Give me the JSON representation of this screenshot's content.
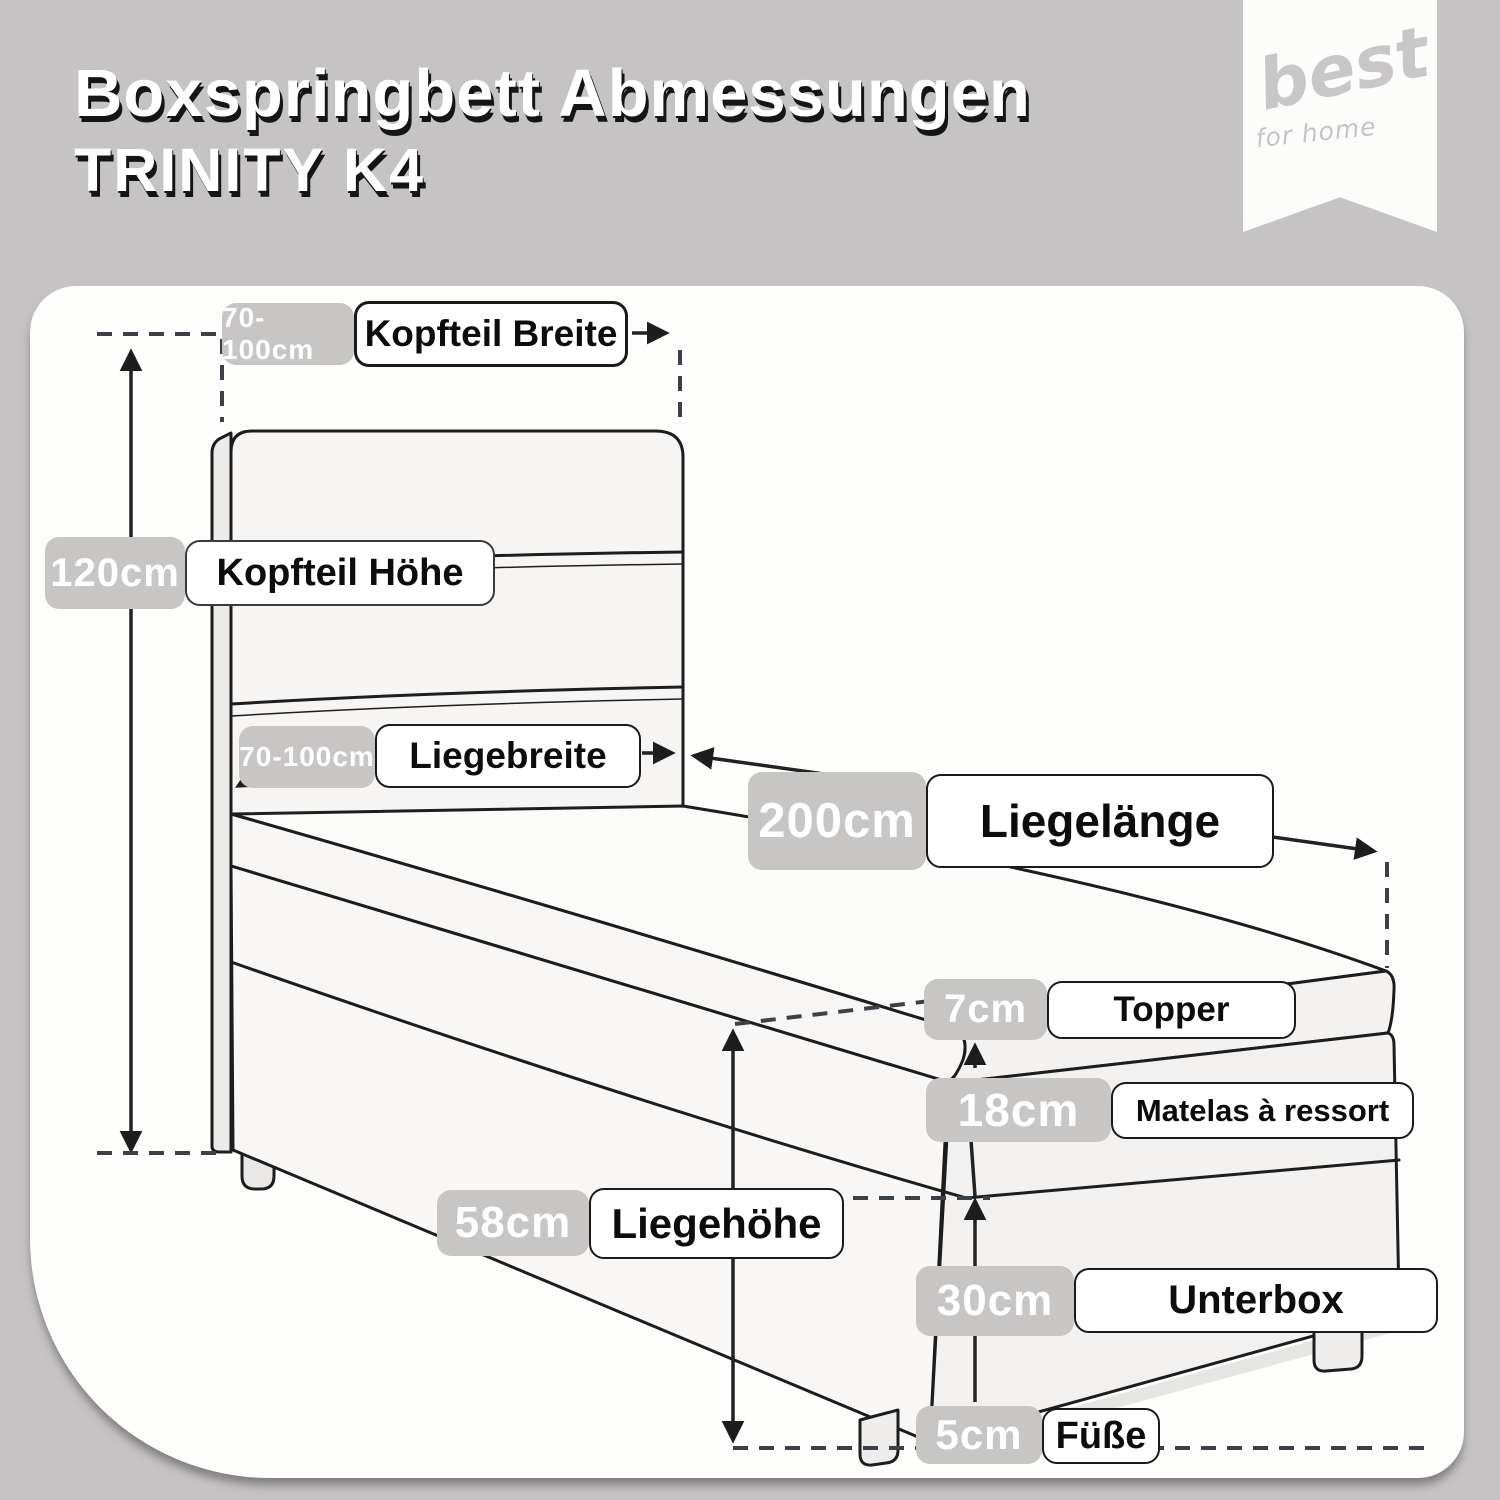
{
  "title": {
    "line1": "Boxspringbett Abmessungen",
    "line2": "TRINITY K4"
  },
  "logo": {
    "word": "best",
    "tagline": "for home"
  },
  "rows": [
    {
      "dim": "70-100cm",
      "label": "Kopfteil Breite"
    },
    {
      "dim": "120cm",
      "label": "Kopfteil Höhe"
    },
    {
      "dim": "70-100cm",
      "label": "Liegebreite"
    },
    {
      "dim": "200cm",
      "label": "Liegelänge"
    },
    {
      "dim": "7cm",
      "label": "Topper"
    },
    {
      "dim": "18cm",
      "label": "Matelas à ressort"
    },
    {
      "dim": "58cm",
      "label": "Liegehöhe"
    },
    {
      "dim": "30cm",
      "label": "Unterbox"
    },
    {
      "dim": "5cm",
      "label": "Füße"
    }
  ],
  "colors": {
    "background": "#c6c3c4",
    "panel": "#fdfdfc",
    "badge": "#c8c5c5",
    "line": "#1d1d1d",
    "dashed": "#3c4148",
    "logo_gray": "#c9c6c7",
    "title_text": "#ffffff",
    "title_shadow": "#151515"
  }
}
